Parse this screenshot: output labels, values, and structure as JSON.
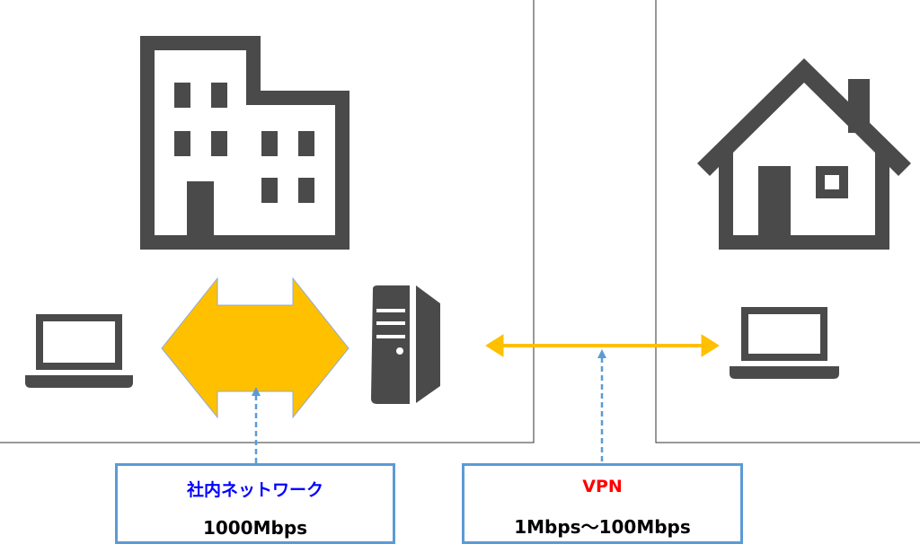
{
  "colors": {
    "icon": "#4a4a4a",
    "arrow": "#ffc000",
    "line": "#5b9bd5",
    "lan_title": "#0000ff",
    "vpn_title": "#ff0000"
  },
  "icons": [
    "office-building-icon",
    "house-icon",
    "laptop-icon",
    "server-icon",
    "double-arrow-icon"
  ],
  "lan_box": {
    "title": "社内ネットワーク",
    "speed": "1000Mbps"
  },
  "vpn_box": {
    "title": "VPN",
    "speed": "1Mbps～100Mbps"
  }
}
